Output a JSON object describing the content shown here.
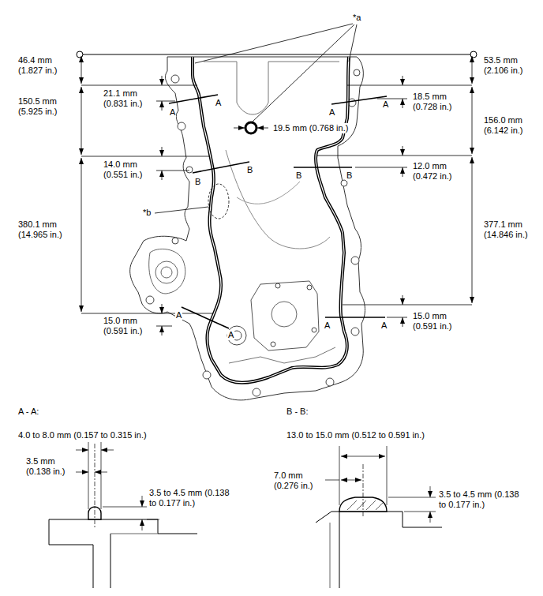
{
  "diagram": {
    "labels": [
      "*a",
      "46.4 mm (1.827 in.)",
      "53.5 mm (2.106 in.)",
      "21.1 mm (0.831 in.)",
      "A",
      "A",
      "18.5 mm (0.728 in.)",
      "A",
      "A",
      "150.5 mm (5.925 in.)",
      "156.0 mm (6.142 in.)",
      "19.5 mm (0.768 in.)",
      "14.0 mm (0.551 in.)",
      "B",
      "12.0 mm (0.472 in.)",
      "B",
      "B",
      "B",
      "*b",
      "380.1 mm (14.965 in.)",
      "377.1 mm (14.846 in.)",
      "15.0 mm (0.591 in.)",
      "A",
      "A",
      "15.0 mm (0.591 in.)",
      "A",
      "A",
      "A - A:",
      "4.0 to 8.0 mm (0.157 to 0.315 in.)",
      "3.5 mm (0.138 in.)",
      "3.5 to 4.5 mm (0.138 to 0.177 in.)",
      "B - B:",
      "13.0 to 15.0 mm (0.512 to 0.591 in.)",
      "7.0 mm (0.276 in.)",
      "3.5 to 4.5 mm (0.138 to 0.177 in.)"
    ]
  }
}
